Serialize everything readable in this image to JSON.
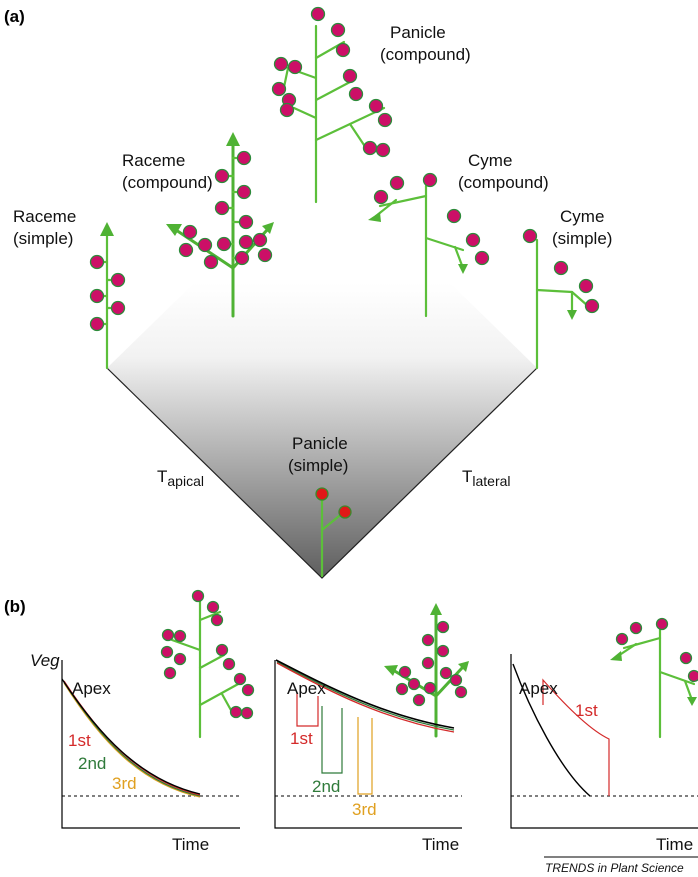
{
  "panel_a": {
    "label": "(a)",
    "raceme_simple": [
      "Raceme",
      "(simple)"
    ],
    "raceme_compound": [
      "Raceme",
      "(compound)"
    ],
    "panicle_compound": [
      "Panicle",
      "(compound)"
    ],
    "cyme_compound": [
      "Cyme",
      "(compound)"
    ],
    "cyme_simple": [
      "Cyme",
      "(simple)"
    ],
    "panicle_simple": [
      "Panicle",
      "(simple)"
    ],
    "t_apical": {
      "main": "T",
      "sub": "apical"
    },
    "t_lateral": {
      "main": "T",
      "sub": "lateral"
    }
  },
  "panel_b": {
    "label": "(b)",
    "ylabel": "Veg",
    "plot1": {
      "apex": "Apex",
      "first": "1st",
      "second": "2nd",
      "third": "3rd",
      "xlabel": "Time"
    },
    "plot2": {
      "apex": "Apex",
      "first": "1st",
      "second": "2nd",
      "third": "3rd",
      "xlabel": "Time"
    },
    "plot3": {
      "apex": "Apex",
      "first": "1st",
      "xlabel": "Time"
    }
  },
  "footer": "TRENDS in Plant Science",
  "colors": {
    "first": "#d42a2a",
    "second": "#2f7a3a",
    "third": "#e0a020",
    "stem": "#5cbf3a",
    "flower": "#cc0f67"
  }
}
